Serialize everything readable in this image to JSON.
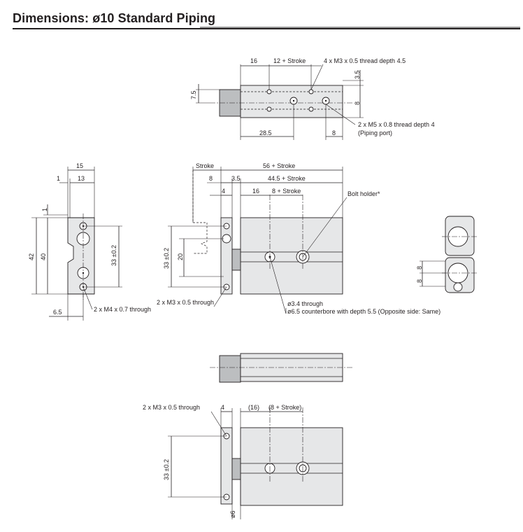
{
  "title": "Dimensions: ø10 Standard Piping",
  "top_view": {
    "dim_16": "16",
    "dim_12_stroke": "12 + Stroke",
    "thread_m3": "4 x M3 x 0.5 thread depth 4.5",
    "dim_3_5": "3.5",
    "dim_7_5": "7.5",
    "dim_8_right": "8",
    "dim_28_5": "28.5",
    "dim_8_bottom": "8",
    "thread_m5": "2 x M5 x 0.8 thread depth 4",
    "piping_port": "(Piping port)"
  },
  "side_view": {
    "dim_15": "15",
    "dim_1_top": "1",
    "dim_13": "13",
    "dim_1_left": "1",
    "dim_42": "42",
    "dim_40": "40",
    "dim_33_left": "33 ±0.2",
    "dim_6_5": "6.5",
    "thread_m4": "2 x M4 x 0.7 through"
  },
  "front_view": {
    "dim_stroke": "Stroke",
    "dim_56_stroke": "56 + Stroke",
    "dim_8": "8",
    "dim_3_5": "3.5",
    "dim_44_5_stroke": "44.5 + Stroke",
    "dim_4": "4",
    "dim_16": "16",
    "dim_8_stroke": "8 + Stroke",
    "bolt_holder": "Bolt holder*",
    "dim_33": "33 ±0.2",
    "dim_20": "20",
    "thread_m3": "2 x M3 x 0.5 through",
    "bore_1": "ø3.4 through",
    "bore_2": "ø6.5 counterbore with depth 5.5 (Opposite side: Same)"
  },
  "end_view": {
    "dim_8_a": "8",
    "dim_8_b": "8"
  },
  "bottom_view": {
    "thread_m3": "2 x M3 x 0.5 through",
    "dim_4": "4",
    "dim_16": "(16)",
    "dim_8_stroke": "(8 + Stroke)",
    "dim_33": "33 ±0.2",
    "dim_6": "ø6"
  }
}
